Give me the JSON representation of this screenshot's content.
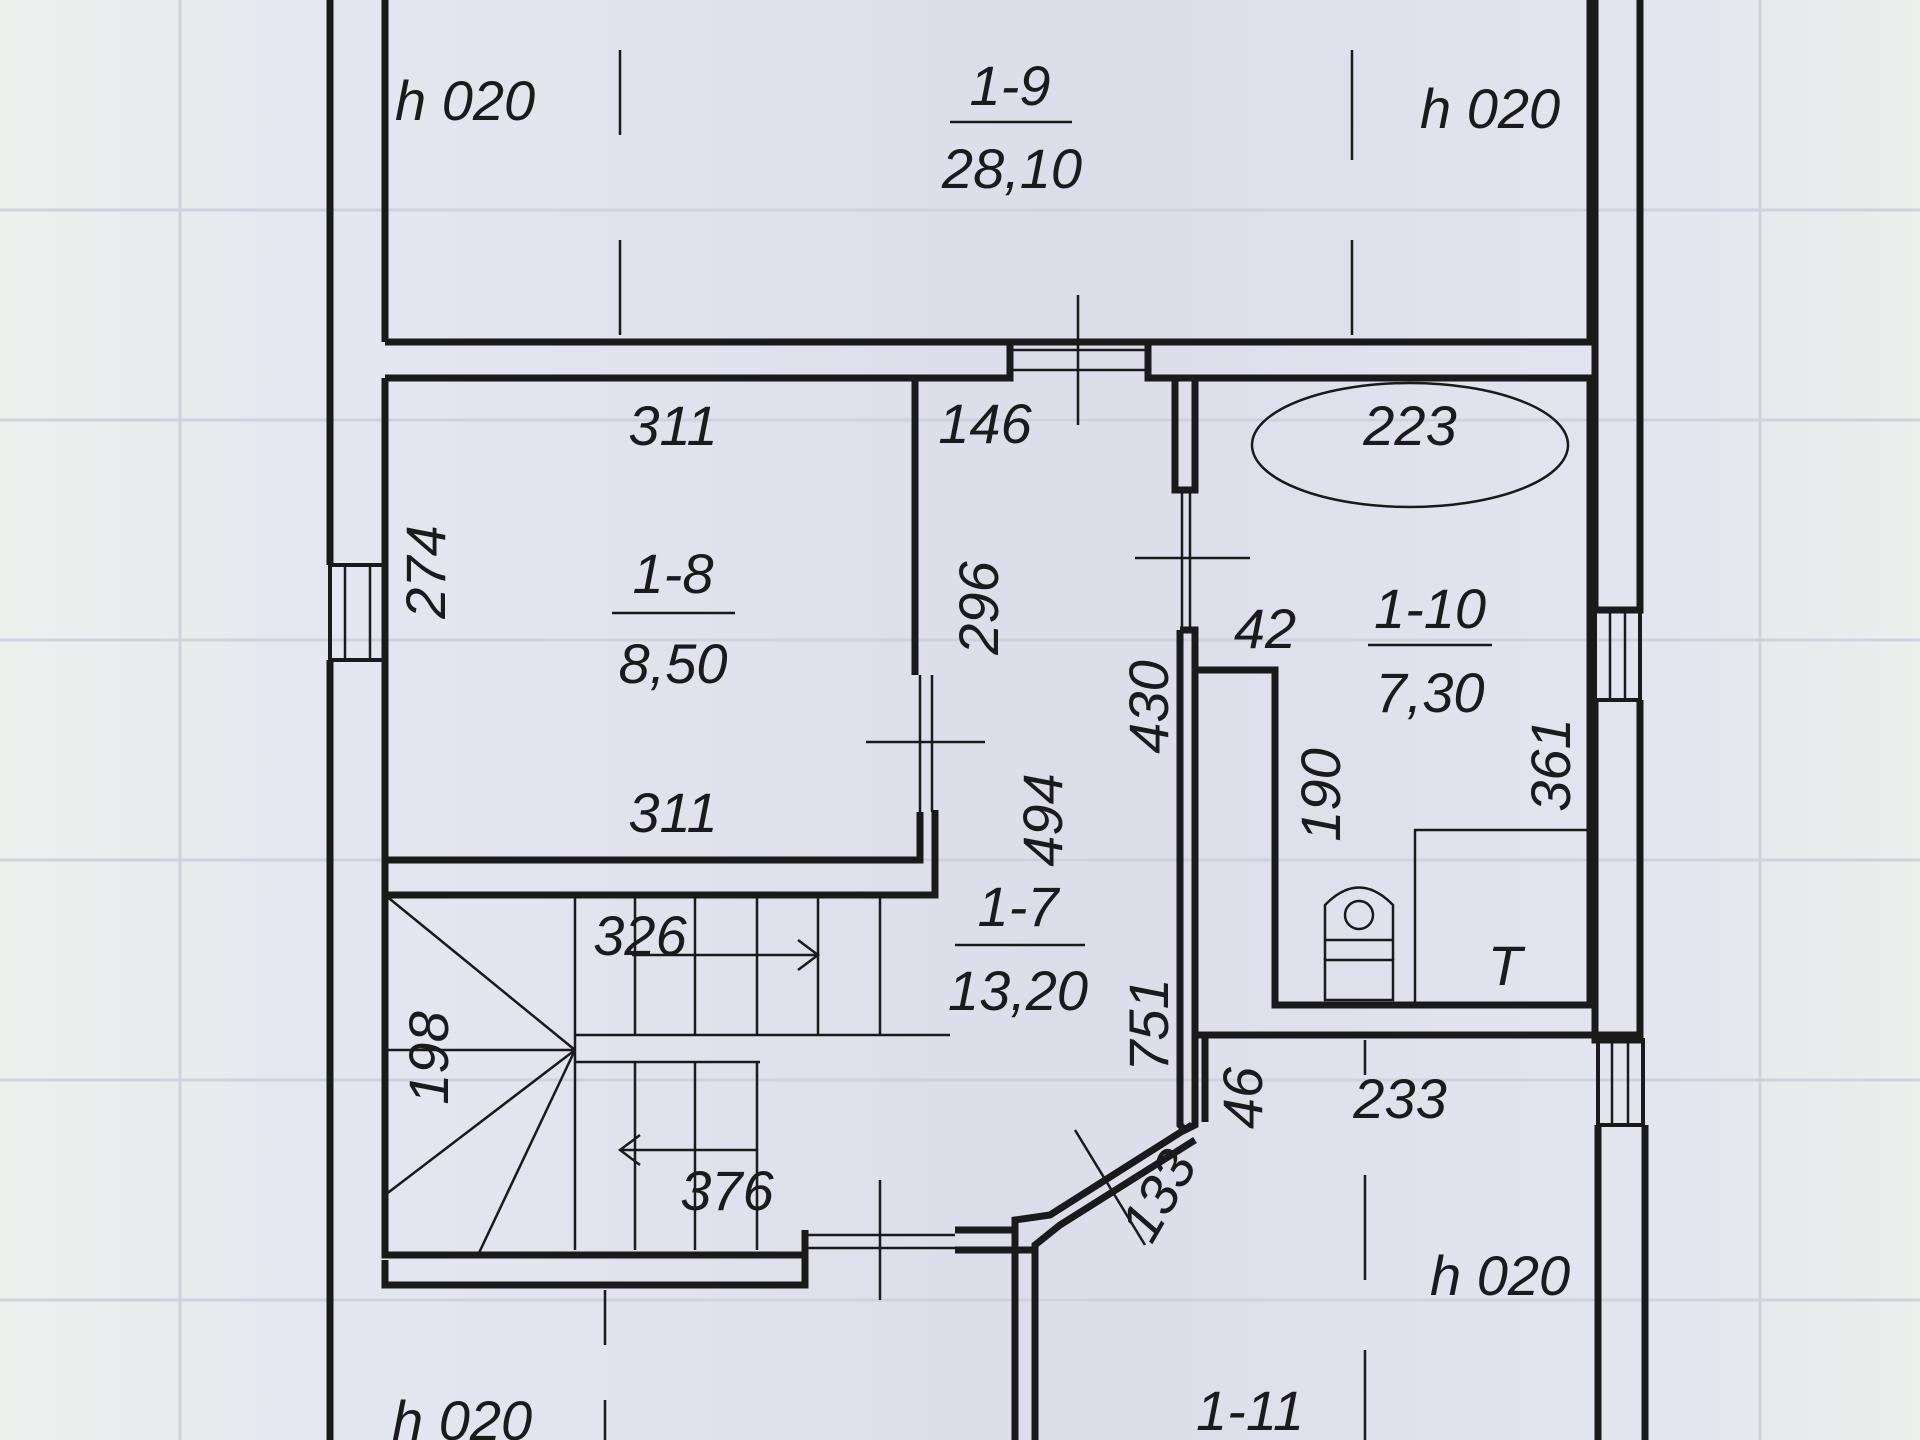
{
  "rooms": [
    {
      "id": "1-9",
      "area": "28,10"
    },
    {
      "id": "1-8",
      "area": "8,50"
    },
    {
      "id": "1-10",
      "area": "7,30"
    },
    {
      "id": "1-7",
      "area": "13,20"
    },
    {
      "id": "1-11",
      "area": ""
    }
  ],
  "heights": [
    "h 020",
    "h 020",
    "h 020",
    "h 020"
  ],
  "dims": {
    "d311a": "311",
    "d311b": "311",
    "d274": "274",
    "d296": "296",
    "d146": "146",
    "d223": "223",
    "d42": "42",
    "d190": "190",
    "d361": "361",
    "d430": "430",
    "d494": "494",
    "d326": "326",
    "d198": "198",
    "d376": "376",
    "d751": "751",
    "d46": "46",
    "d233": "233",
    "d133": "133"
  },
  "fixtures": {
    "shower_symbol": "T"
  }
}
